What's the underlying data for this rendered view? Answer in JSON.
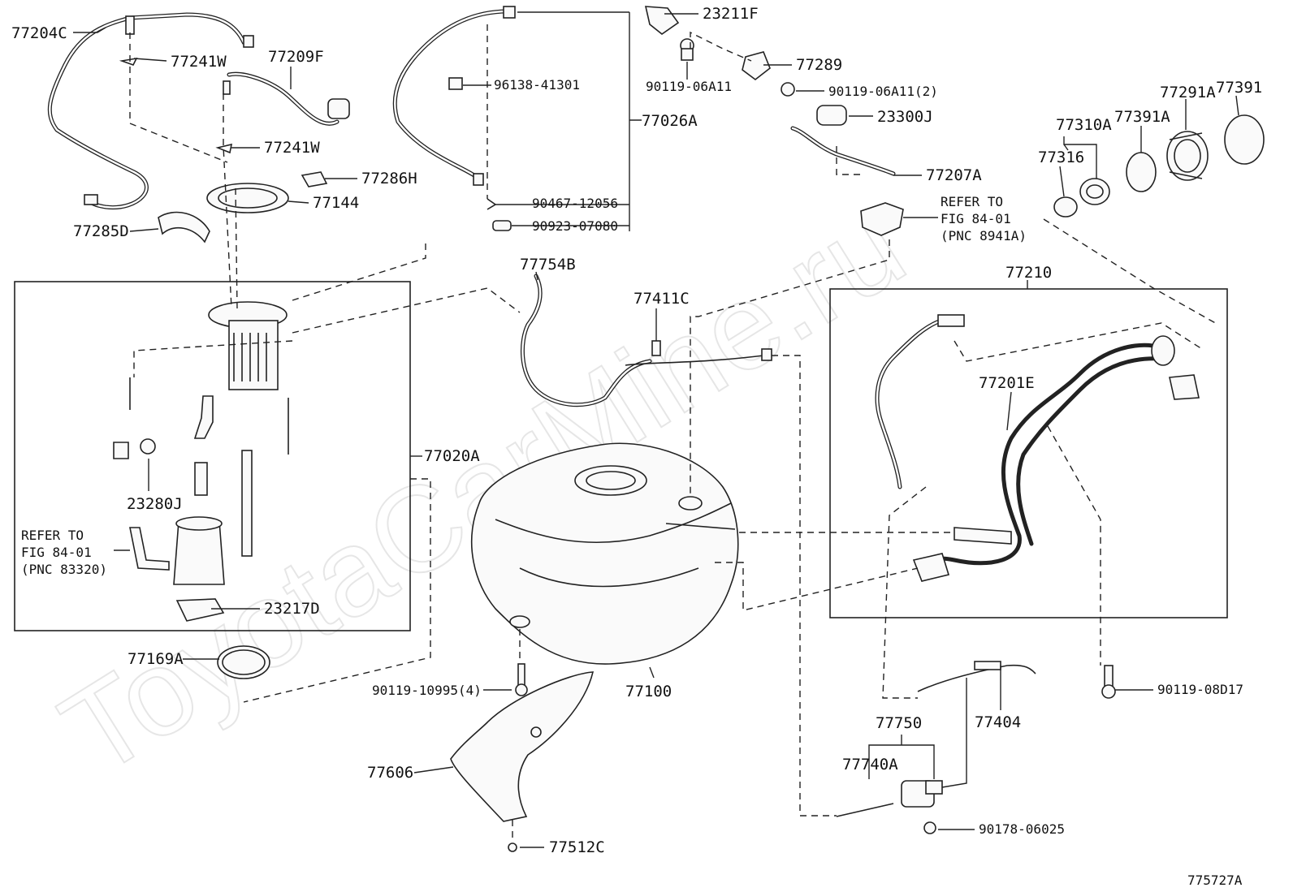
{
  "watermark": "ToyotaCarMine.ru",
  "figure_number": "775727A",
  "labels": {
    "p77204C": "77204C",
    "p77241W_a": "77241W",
    "p77209F": "77209F",
    "p77241W_b": "77241W",
    "p77286H": "77286H",
    "p77144": "77144",
    "p77285D": "77285D",
    "p23211F": "23211F",
    "p96138": "96138-41301",
    "p90119_06A11": "90119-06A11",
    "p77289": "77289",
    "p90119_06A11_2": "90119-06A11(2)",
    "p77026A": "77026A",
    "p23300J": "23300J",
    "p77207A": "77207A",
    "p90467": "90467-12056",
    "p90923": "90923-07080",
    "p77391": "77391",
    "p77291A": "77291A",
    "p77391A": "77391A",
    "p77310A": "77310A",
    "p77316": "77316",
    "p77754B": "77754B",
    "p77411C": "77411C",
    "p77210": "77210",
    "p77201E": "77201E",
    "p77020A": "77020A",
    "p23280J": "23280J",
    "p23217D": "23217D",
    "p77169A": "77169A",
    "p90119_10995": "90119-10995(4)",
    "p77100": "77100",
    "p77606": "77606",
    "p77512C": "77512C",
    "p77750": "77750",
    "p77740A": "77740A",
    "p77404": "77404",
    "p90178": "90178-06025",
    "p90119_08D17": "90119-08D17"
  },
  "refer_left": [
    "REFER TO",
    "FIG 84-01",
    "(PNC 83320)"
  ],
  "refer_right": [
    "REFER TO",
    "FIG 84-01",
    "(PNC 8941A)"
  ]
}
